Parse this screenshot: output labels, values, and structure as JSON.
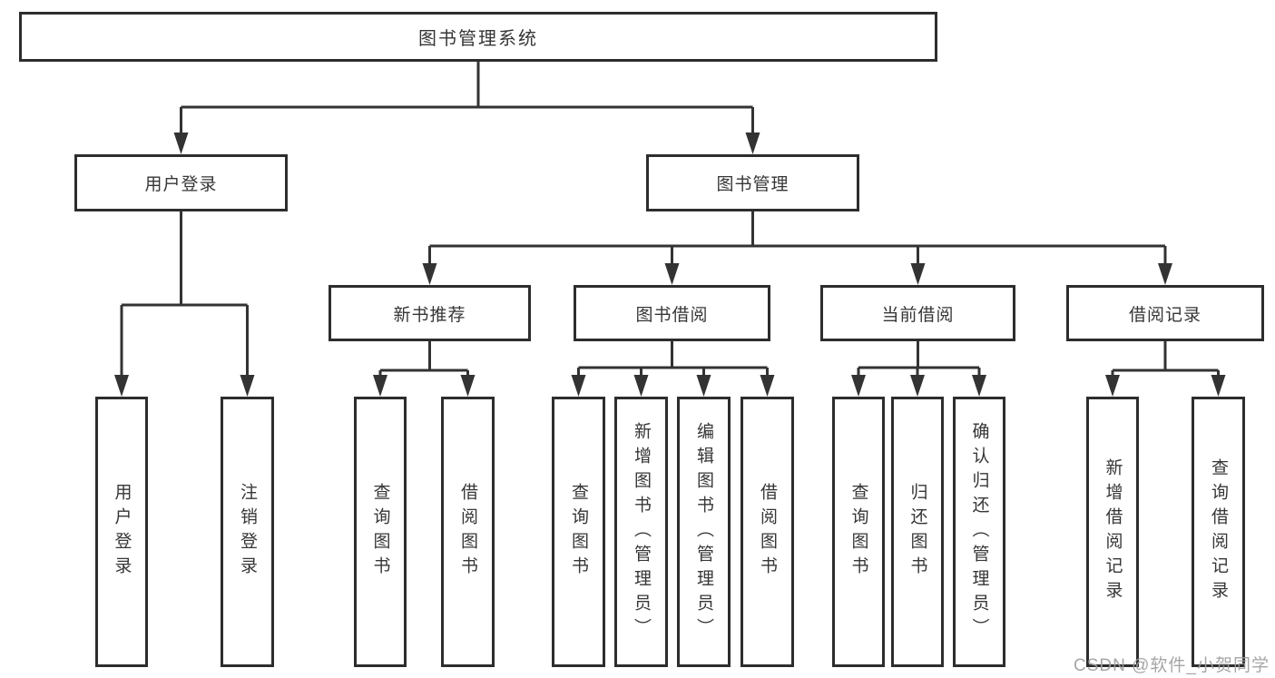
{
  "diagram": {
    "watermark": "CSDN @软件_小贺同学",
    "colors": {
      "line": "#333333",
      "border": "#2d2d2d",
      "text": "#363636",
      "background": "#ffffff",
      "watermark": "#9e9e9e"
    },
    "tree": {
      "label": "图书管理系统",
      "children": [
        {
          "label": "用户登录",
          "children": [
            {
              "label": "用户登录"
            },
            {
              "label": "注销登录"
            }
          ]
        },
        {
          "label": "图书管理",
          "children": [
            {
              "label": "新书推荐",
              "children": [
                {
                  "label": "查询图书"
                },
                {
                  "label": "借阅图书"
                }
              ]
            },
            {
              "label": "图书借阅",
              "children": [
                {
                  "label": "查询图书"
                },
                {
                  "label": "新增图书（管理员）"
                },
                {
                  "label": "编辑图书（管理员）"
                },
                {
                  "label": "借阅图书"
                }
              ]
            },
            {
              "label": "当前借阅",
              "children": [
                {
                  "label": "查询图书"
                },
                {
                  "label": "归还图书"
                },
                {
                  "label": "确认归还（管理员）"
                }
              ]
            },
            {
              "label": "借阅记录",
              "children": [
                {
                  "label": "新增借阅记录"
                },
                {
                  "label": "查询借阅记录"
                }
              ]
            }
          ]
        }
      ]
    }
  }
}
